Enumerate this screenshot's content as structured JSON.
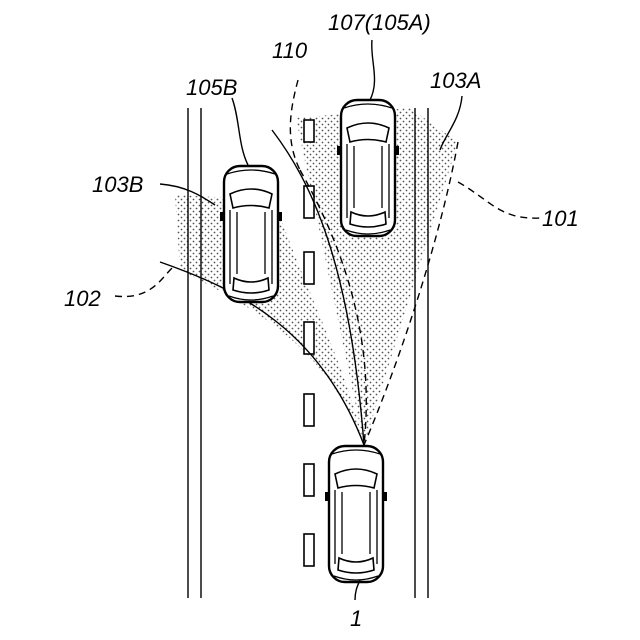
{
  "figure": {
    "vehicles": {
      "own": "1",
      "left_lane": "105B",
      "right_lane": "107(105A)"
    },
    "detection_areas": {
      "right": "103A",
      "left": "103B"
    },
    "boundaries": {
      "right_outer": "101",
      "left_outer": "102",
      "center": "110"
    },
    "colors": {
      "line": "#000000",
      "background": "#ffffff",
      "stipple": "#555555"
    }
  }
}
